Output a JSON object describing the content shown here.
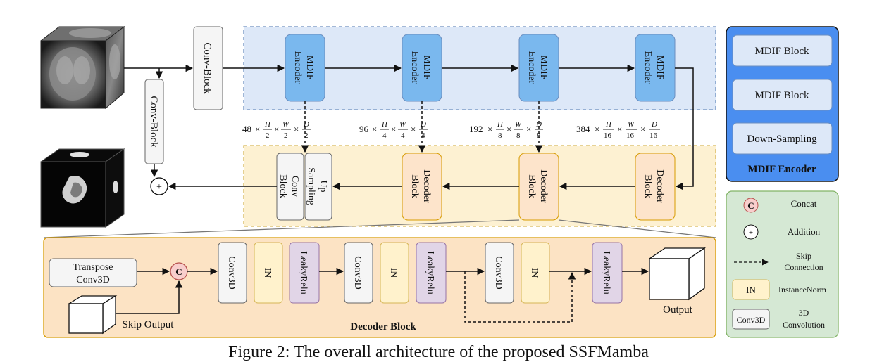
{
  "caption": "Figure 2: The overall architecture of the proposed SSFMamba",
  "top": {
    "conv_block_main": "Conv-Block",
    "conv_block_side": "Conv-Block",
    "mdif_encoder": [
      "MDIF Encoder",
      "MDIF Encoder",
      "MDIF Encoder",
      "MDIF Encoder"
    ],
    "decoder_block": [
      "Decoder Block",
      "Decoder Block",
      "Decoder Block"
    ],
    "upsampling_label": "Up Sampling",
    "conv_block_dec": "Conv Block",
    "addition_symbol": "+",
    "dims": [
      {
        "c": "48",
        "h": "H",
        "hd": "2",
        "w": "W",
        "wd": "2",
        "d": "D",
        "dd": "2"
      },
      {
        "c": "96",
        "h": "H",
        "hd": "4",
        "w": "W",
        "wd": "4",
        "d": "D",
        "dd": "4"
      },
      {
        "c": "192",
        "h": "H",
        "hd": "8",
        "w": "W",
        "wd": "8",
        "d": "D",
        "dd": "8"
      },
      {
        "c": "384",
        "h": "H",
        "hd": "16",
        "w": "W",
        "wd": "16",
        "d": "D",
        "dd": "16"
      }
    ]
  },
  "encoder_panel": {
    "items": [
      "MDIF Block",
      "MDIF Block",
      "Down-Sampling"
    ],
    "title": "MDIF Encoder"
  },
  "legend": {
    "concat_symbol": "C",
    "concat": "Concat",
    "addition_symbol": "+",
    "addition": "Addition",
    "skip_line1": "Skip",
    "skip_line2": "Connection",
    "in_box": "IN",
    "instancenorm": "InstanceNorm",
    "conv3d_box": "Conv3D",
    "conv_line1": "3D",
    "conv_line2": "Convolution"
  },
  "decoder_detail": {
    "transpose_line1": "Transpose",
    "transpose_line2": "Conv3D",
    "concat_symbol": "C",
    "skip_output": "Skip Output",
    "conv3d": "Conv3D",
    "in": "IN",
    "leakyrelu": "LeakyRelu",
    "output": "Output",
    "title": "Decoder Block"
  },
  "colors": {
    "encoder_region": "#dde8f8",
    "encoder_border": "#6c8ebf",
    "decoder_region": "#fdf1d2",
    "decoder_border": "#d6b656",
    "block_blue": "#7ab8ee",
    "block_orange": "#fde4cb",
    "block_orange_border": "#d79b00",
    "detail_bg": "#fce3c4",
    "panel_blue": "#4a8ef0",
    "legend_green": "#d5e8d4",
    "legend_green_border": "#82b366",
    "in_yellow": "#fff2cc",
    "lrelu_purple": "#e1d5e7",
    "concat_red": "#f8cecc"
  }
}
